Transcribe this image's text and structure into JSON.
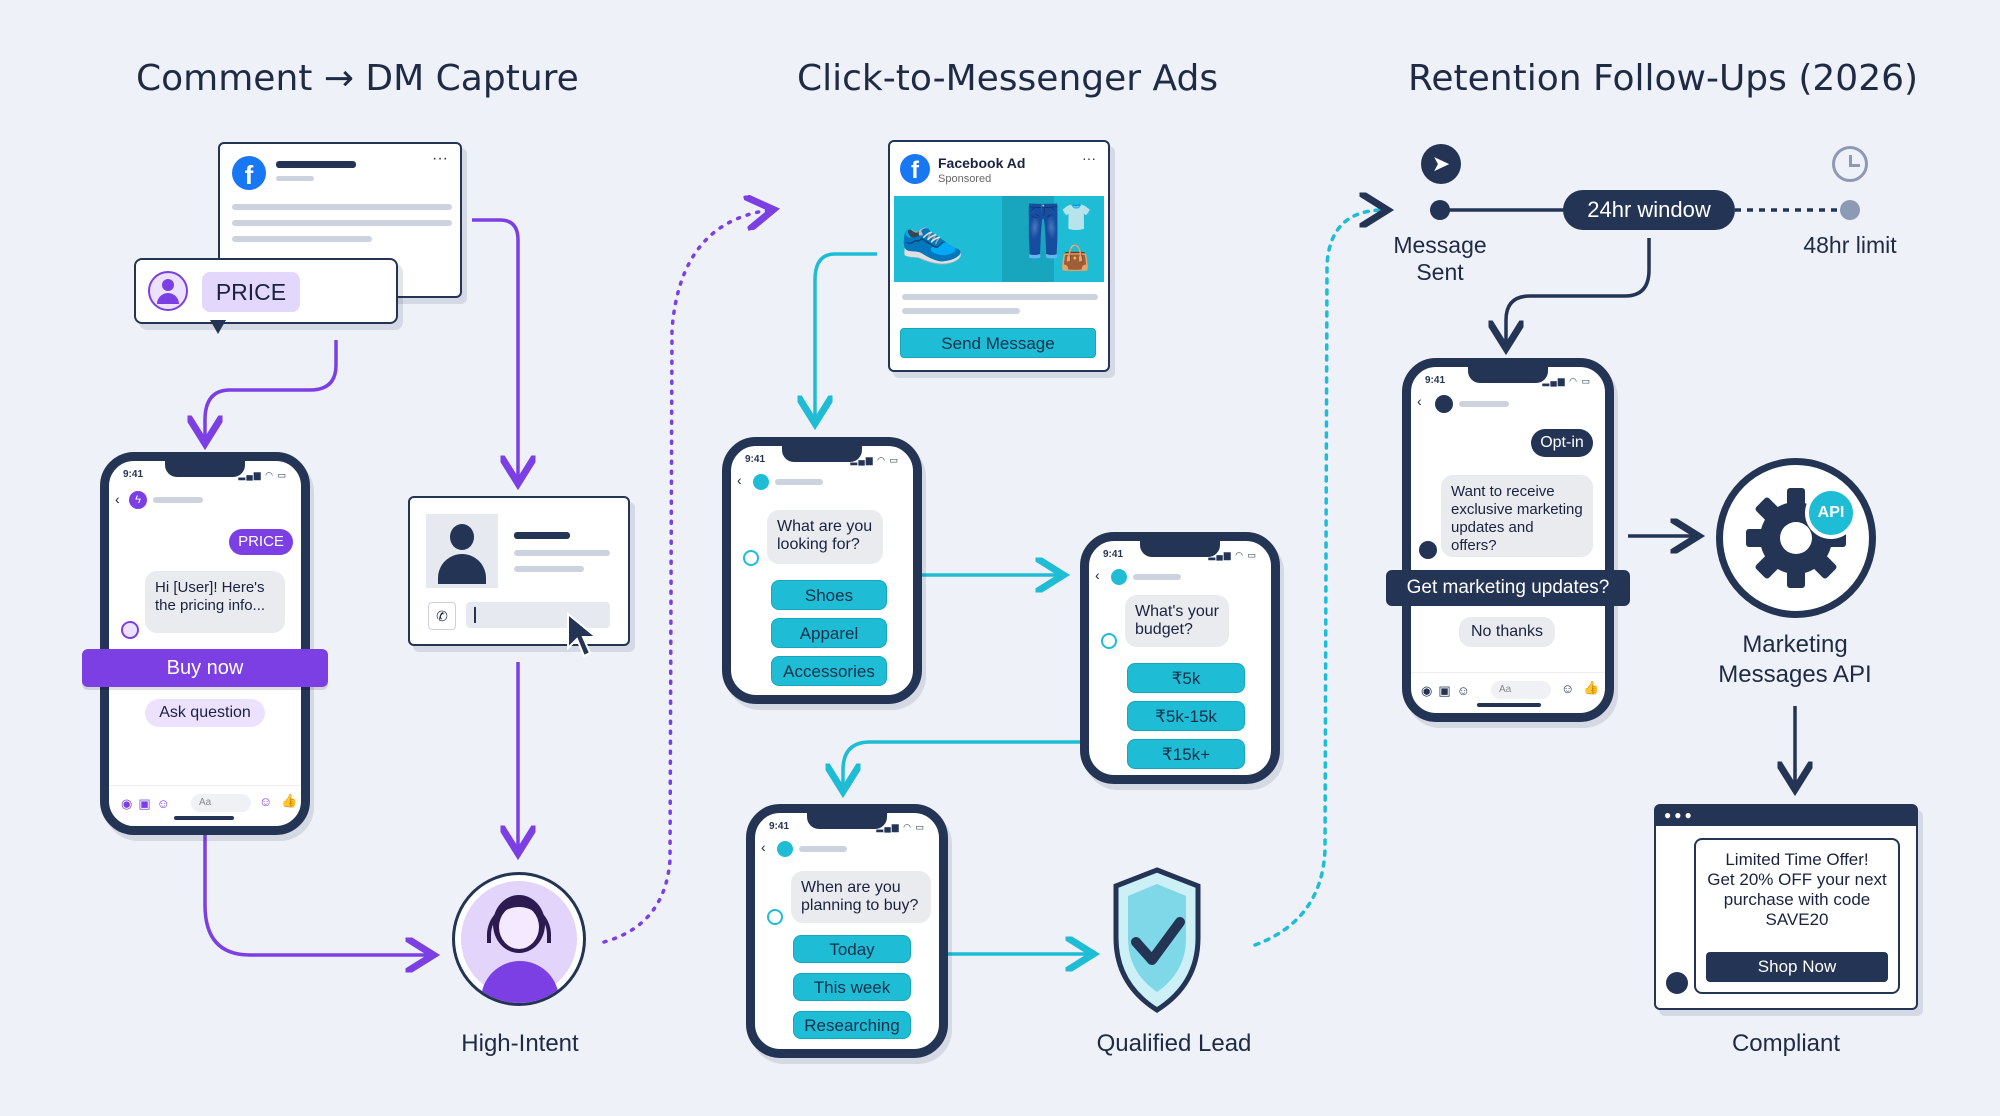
{
  "headings": {
    "comment_dm": "Comment → DM Capture",
    "ctm_ads": "Click-to-Messenger Ads",
    "retention": "Retention Follow-Ups (2026)"
  },
  "col1": {
    "comment_keyword": "PRICE",
    "phone": {
      "time": "9:41",
      "keyword_bubble": "PRICE",
      "reply": "Hi [User]! Here's the pricing info...",
      "buy_now": "Buy now",
      "ask_question": "Ask question",
      "composer_placeholder": "Aa"
    },
    "high_intent_label": "High-Intent"
  },
  "col2": {
    "ad": {
      "title": "Facebook Ad",
      "sponsored": "Sponsored",
      "cta": "Send Message"
    },
    "phone1": {
      "time": "9:41",
      "question": "What are you looking for?",
      "options": [
        "Shoes",
        "Apparel",
        "Accessories"
      ]
    },
    "phone2": {
      "time": "9:41",
      "question": "What's your budget?",
      "options": [
        "₹5k",
        "₹5k-15k",
        "₹15k+"
      ]
    },
    "phone3": {
      "time": "9:41",
      "question": "When are you planning to buy?",
      "options": [
        "Today",
        "This week",
        "Researching"
      ]
    },
    "qualified_lead_label": "Qualified Lead"
  },
  "col3": {
    "timeline": {
      "start_label": "Message Sent",
      "window_label": "24hr window",
      "end_label": "48hr limit"
    },
    "phone": {
      "time": "9:41",
      "optin_bubble": "Opt-in",
      "question": "Want to receive exclusive marketing updates and offers?",
      "prompt": "Get marketing updates?",
      "decline": "No thanks",
      "composer_placeholder": "Aa"
    },
    "api_badge": "API",
    "api_label": "Marketing Messages API",
    "offer": {
      "line1": "Limited Time Offer!",
      "line2": "Get 20% OFF your next purchase with code SAVE20",
      "cta": "Shop Now"
    },
    "compliant_label": "Compliant"
  },
  "colors": {
    "purple": "#7b3fe4",
    "cyan": "#1fbcd6",
    "navy": "#243454",
    "background": "#eef1f8"
  }
}
